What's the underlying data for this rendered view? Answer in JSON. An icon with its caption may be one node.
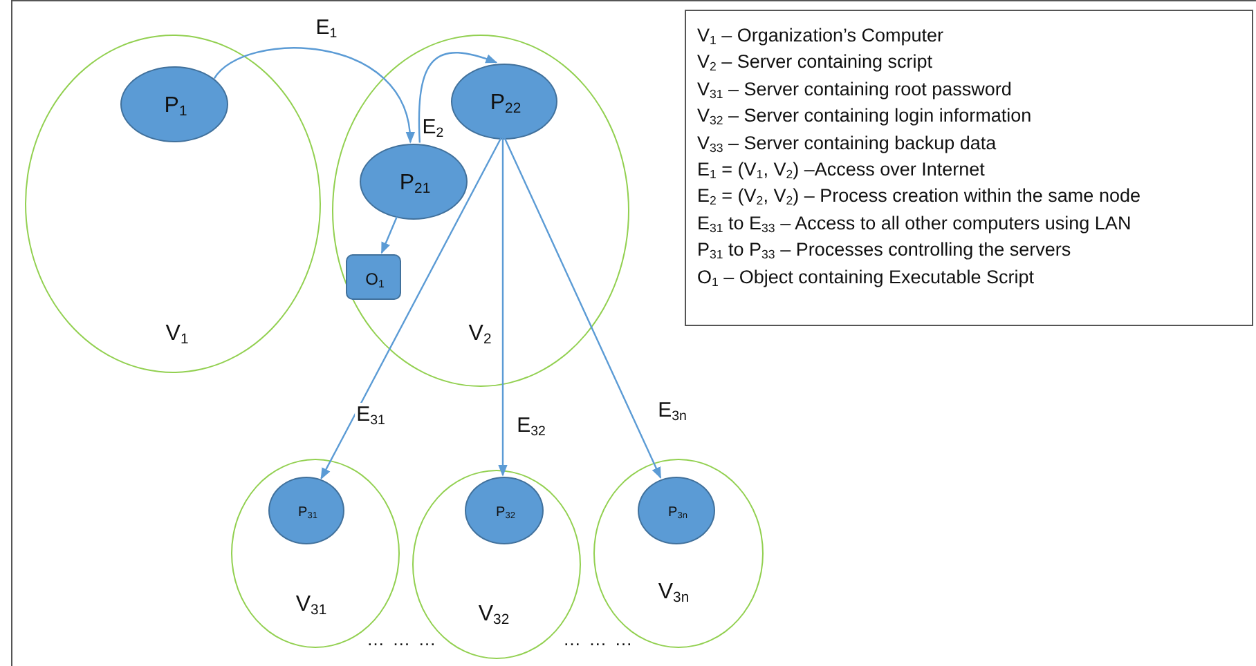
{
  "diagram": {
    "nodes": [
      {
        "text": [
          "V$_{1}$"
        ]
      },
      {
        "text": [
          "P$_{1}$"
        ],
        "in": 0
      },
      {
        "text": [
          "V$_{2}$"
        ]
      },
      {
        "text": [
          "P$_{22}$"
        ],
        "in": 2
      },
      {
        "text": [
          "P$_{21}$"
        ],
        "in": 2
      },
      {
        "text": [
          "O$_{1}$"
        ],
        "in": 2
      },
      {
        "text": [
          "V$_{31}$"
        ]
      },
      {
        "text": [
          "P$_{31}$"
        ],
        "in": 6
      },
      {
        "text": [
          "V$_{32}$"
        ]
      },
      {
        "text": [
          "P$_{32}$"
        ],
        "in": 8
      },
      {
        "text": [
          "V$_{3n}$"
        ]
      },
      {
        "text": [
          "P$_{3n}$"
        ],
        "in": 10
      },
      {
        "text": [
          "V$_{1}$ – Organization’s Computer",
          "V$_{2}$ – Server containing script",
          "V$_{31}$ –  Server containing root password",
          "V$_{32}$ –  Server containing login information",
          "V$_{33}$ –  Server containing backup data",
          "E$_{1}$ = (V$_{1}$, V$_{2}$) –Access over Internet",
          "E$_{2}$ = (V$_{2}$, V$_{2}$) – Process creation within the same node",
          "E$_{31}$ to E$_{33}$ – Access to all other computers using LAN",
          "P$_{31}$ to P$_{33}$ – Processes controlling the servers",
          "O$_{1}$ – Object containing Executable Script"
        ]
      }
    ],
    "edges": [
      {
        "from": 1,
        "to": 4,
        "arrow": "to",
        "label": "E$_{1}$"
      },
      {
        "from": 4,
        "to": 3,
        "arrow": "to",
        "label": "E$_{2}$"
      },
      {
        "from": 4,
        "to": 5,
        "arrow": "to"
      },
      {
        "from": 3,
        "to": 7,
        "arrow": "to",
        "label": "E$_{31}$"
      },
      {
        "from": 3,
        "to": 9,
        "arrow": "to",
        "label": "E$_{32}$"
      },
      {
        "from": 3,
        "to": 11,
        "arrow": "to",
        "label": "E$_{3n}$"
      }
    ],
    "labels": [
      "… … …",
      "… … …"
    ]
  }
}
